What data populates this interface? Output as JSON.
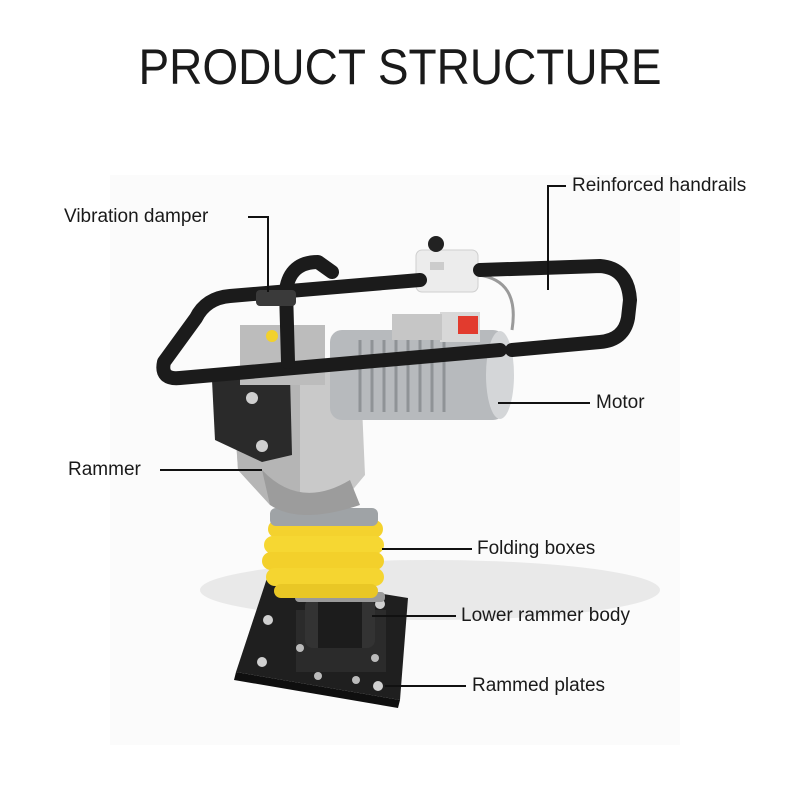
{
  "title": "PRODUCT STRUCTURE",
  "labels": {
    "reinforced_handrails": "Reinforced handrails",
    "vibration_damper": "Vibration damper",
    "motor": "Motor",
    "rammer": "Rammer",
    "folding_boxes": "Folding boxes",
    "lower_rammer_body": "Lower rammer body",
    "rammed_plates": "Rammed plates"
  },
  "colors": {
    "text": "#1a1a1a",
    "handrail": "#1b1b1b",
    "motor": "#b9bcbe",
    "bellows": "#f2d12c",
    "plate": "#1e1e1e"
  }
}
